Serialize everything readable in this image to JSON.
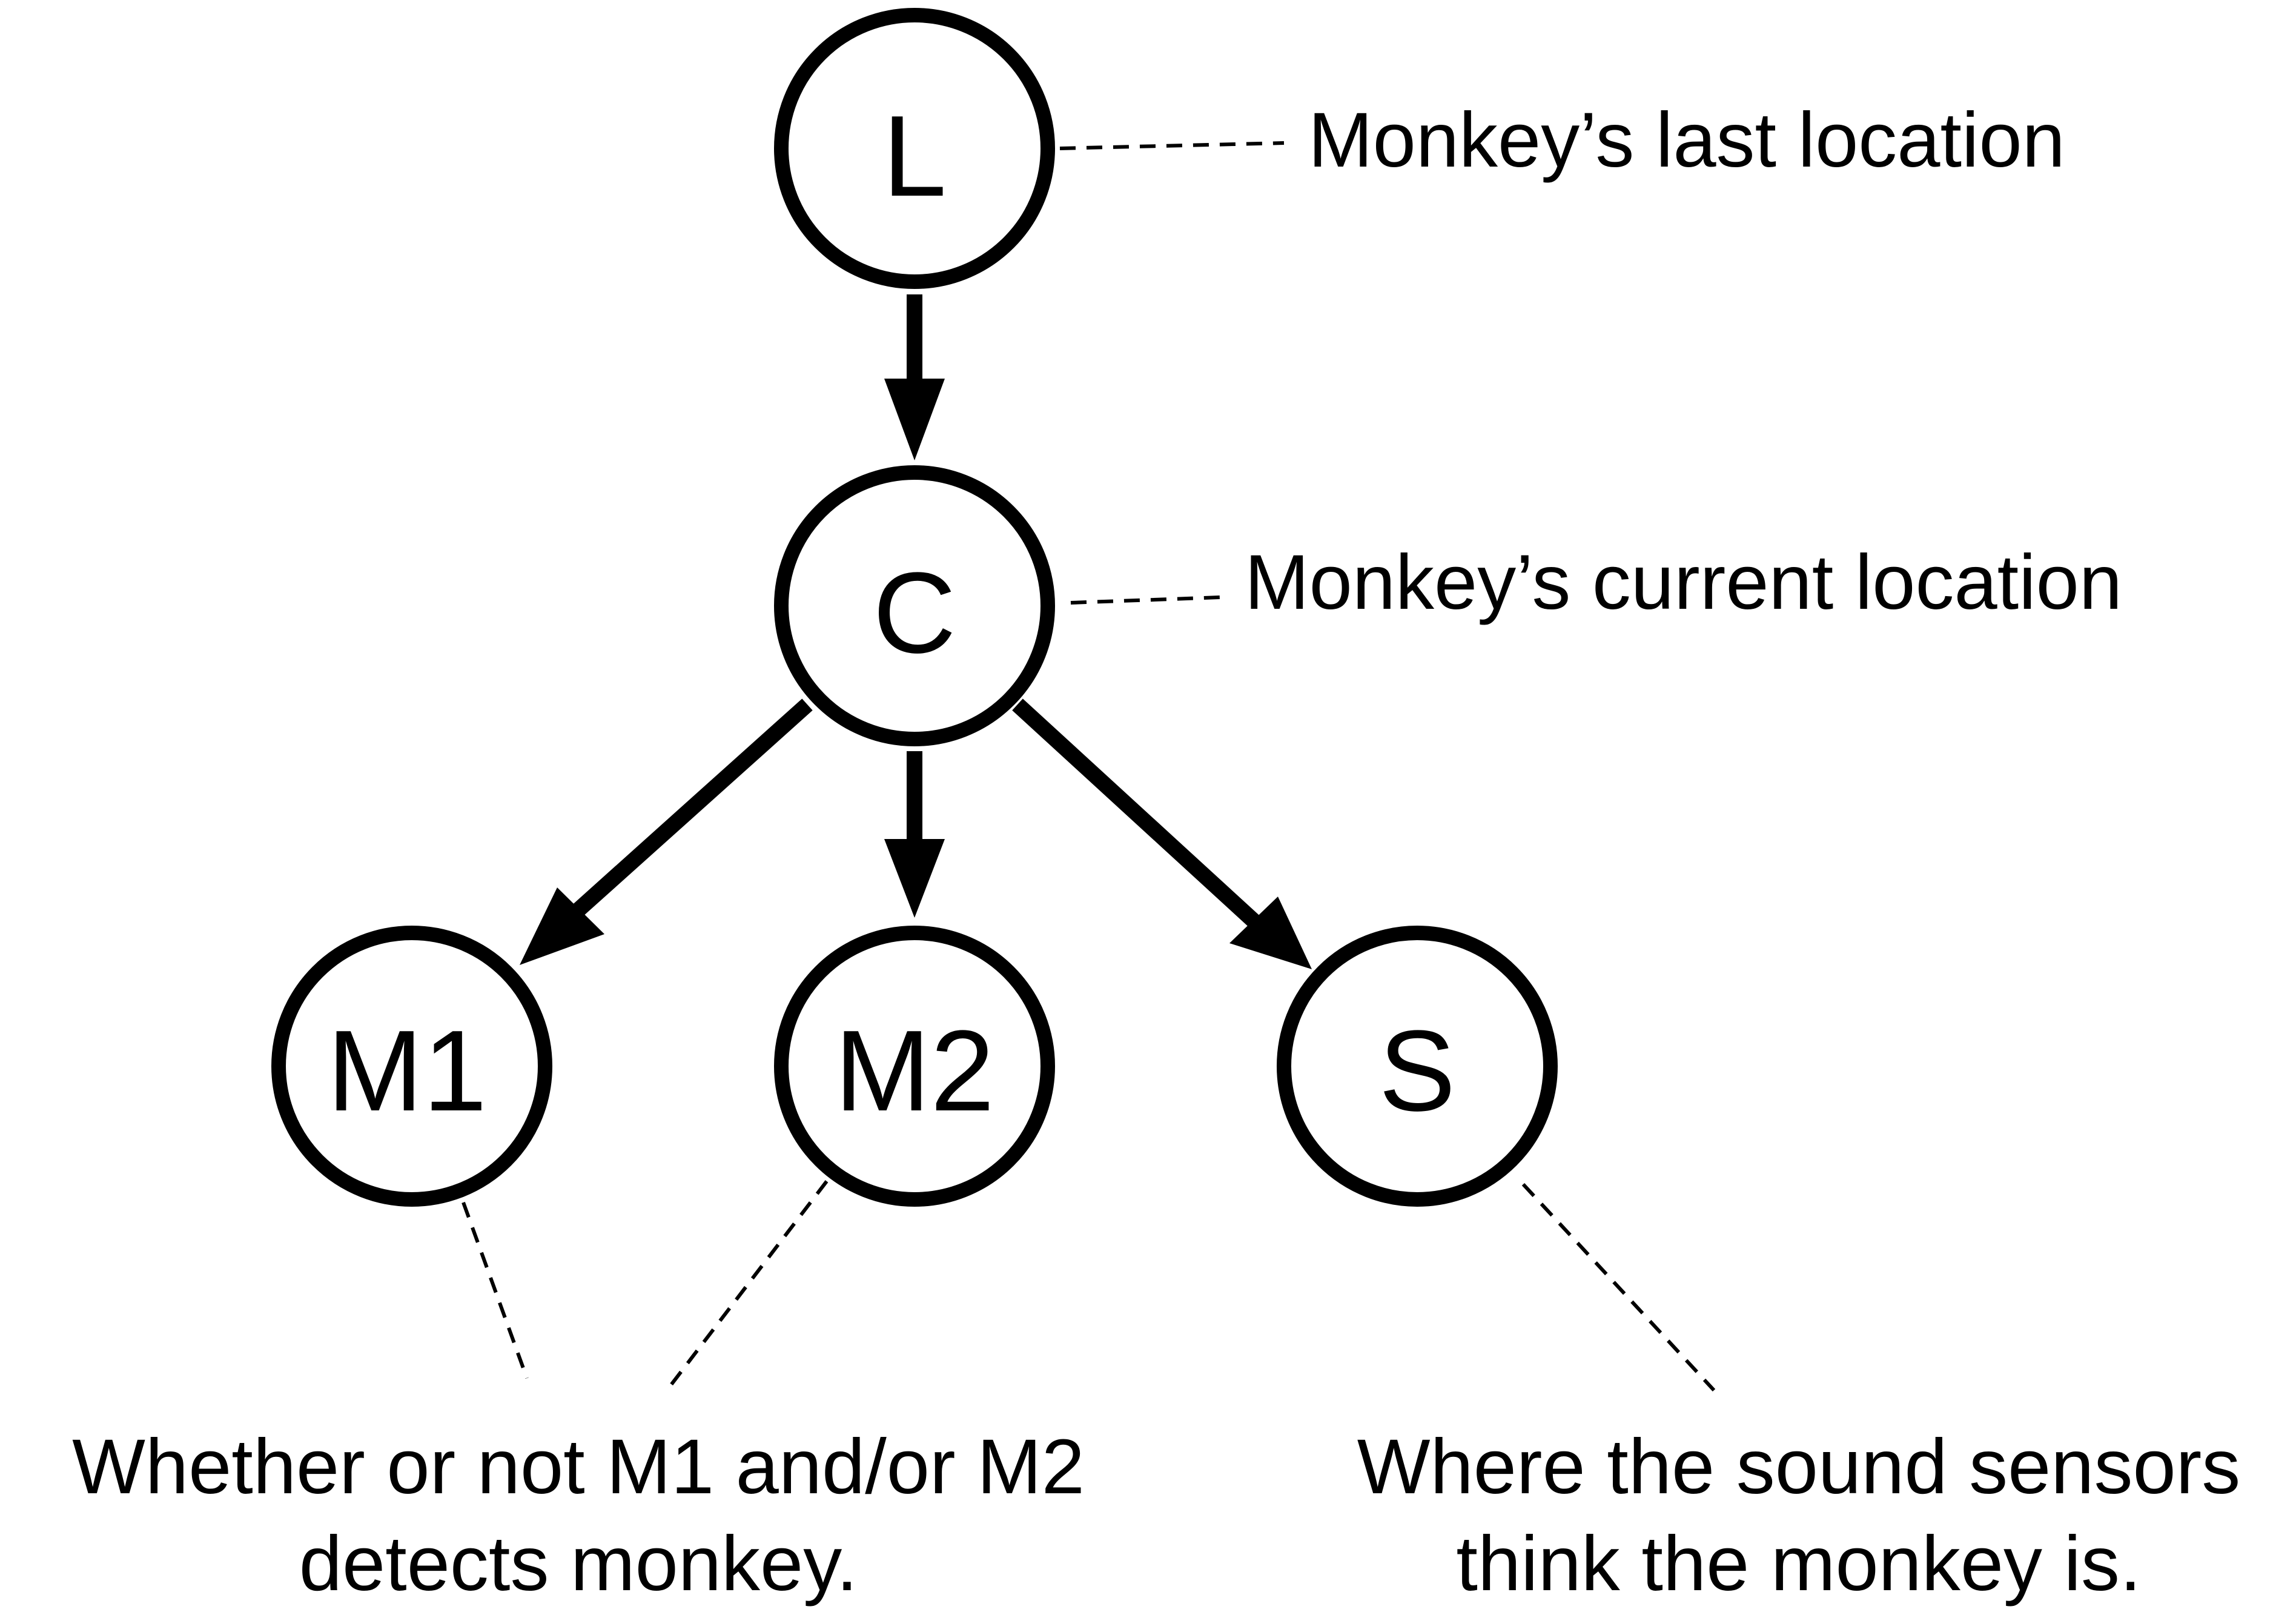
{
  "nodes": {
    "L": {
      "label": "L"
    },
    "C": {
      "label": "C"
    },
    "M1": {
      "label": "M1"
    },
    "M2": {
      "label": "M2"
    },
    "S": {
      "label": "S"
    }
  },
  "edges": [
    {
      "from": "L",
      "to": "C"
    },
    {
      "from": "C",
      "to": "M1"
    },
    {
      "from": "C",
      "to": "M2"
    },
    {
      "from": "C",
      "to": "S"
    }
  ],
  "annotations": {
    "last_location": "Monkey’s last location",
    "current_location": "Monkey’s current location",
    "motion_line1": "Whether or not M1 and/or M2",
    "motion_line2": "detects monkey.",
    "sound_line1": "Where the sound sensors",
    "sound_line2": "think the monkey is."
  }
}
